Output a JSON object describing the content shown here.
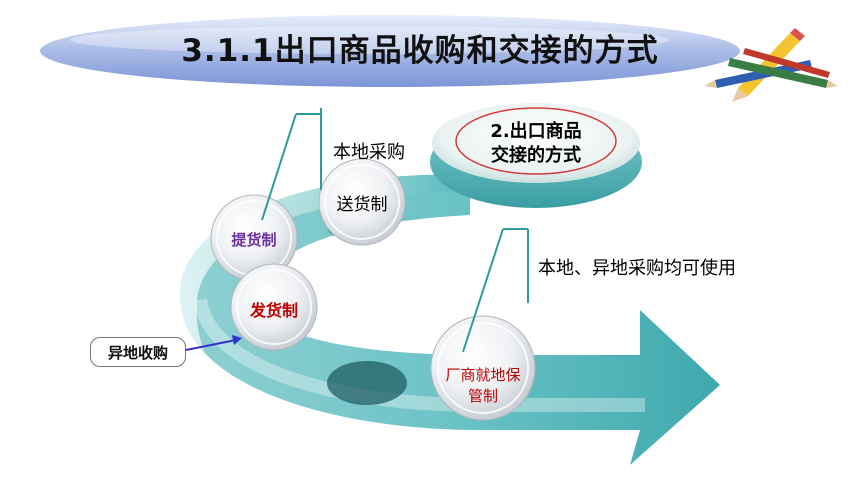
{
  "title": "3.1.1出口商品收购和交接的方式",
  "center_node": {
    "line1": "2.出口商品",
    "line2": "交接的方式"
  },
  "labels": {
    "local_purchase": "本地采购",
    "both_usable": "本地、异地采购均可使用",
    "remote_purchase": "异地收购"
  },
  "circles": {
    "delivery": "送货制",
    "pickup": "提货制",
    "shipment": "发货制",
    "factory_line1": "厂商就地保",
    "factory_line2": "管制"
  },
  "colors": {
    "teal": "#4fb8bc",
    "teal_light": "#bfe6e6",
    "pickup_text": "#7030a0",
    "red_text": "#c00000",
    "arrow_pointer": "#3333cc"
  }
}
